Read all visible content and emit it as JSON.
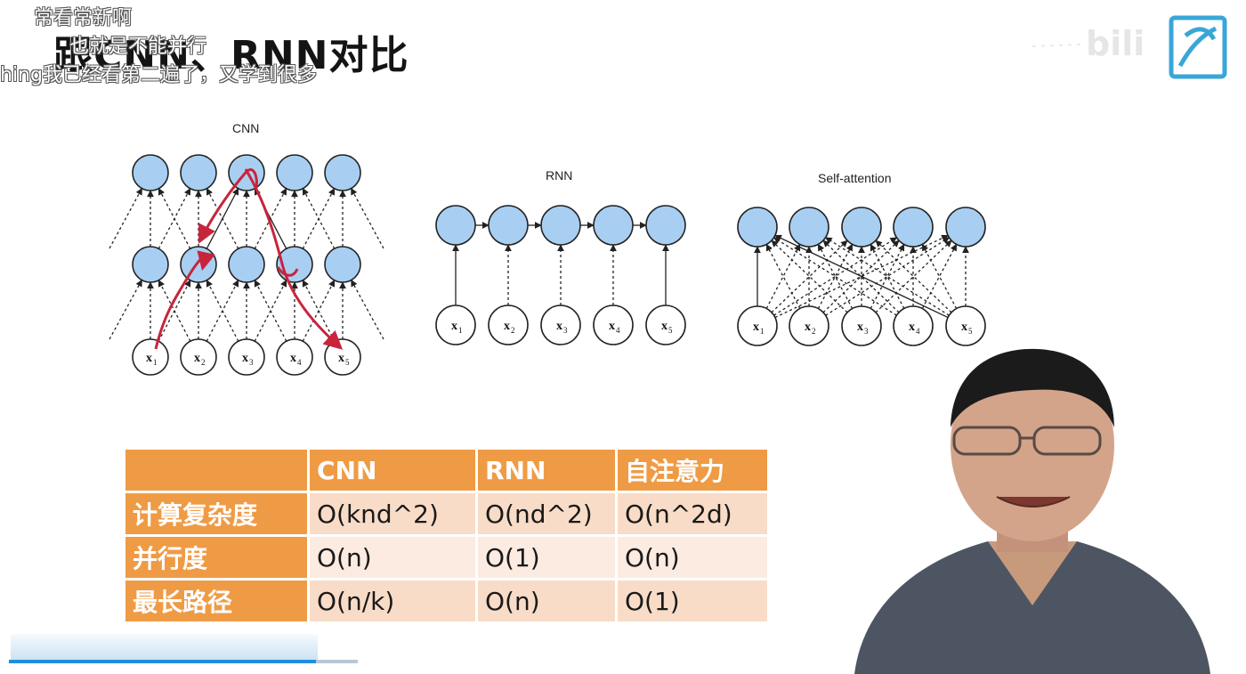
{
  "title": "跟CNN、RNN对比",
  "danmaku": [
    "常看常新啊",
    "也就是不能并行",
    "hing我已经看第二遍了，又学到很多"
  ],
  "diagrams": {
    "cnn_label": "CNN",
    "rnn_label": "RNN",
    "self_attention_label": "Self-attention",
    "input_nodes": [
      "x",
      "x",
      "x",
      "x",
      "x"
    ],
    "input_subscripts": [
      "1",
      "2",
      "3",
      "4",
      "5"
    ]
  },
  "table": {
    "header": [
      "",
      "CNN",
      "RNN",
      "自注意力"
    ],
    "rows": [
      {
        "label": "计算复杂度",
        "cnn": "O(knd^2)",
        "rnn": "O(nd^2)",
        "attn": "O(n^2d)"
      },
      {
        "label": "并行度",
        "cnn": "O(n)",
        "rnn": "O(1)",
        "attn": "O(n)"
      },
      {
        "label": "最长路径",
        "cnn": "O(n/k)",
        "rnn": "O(n)",
        "attn": "O(1)"
      }
    ]
  },
  "player": {
    "progress_percent": 88
  },
  "colors": {
    "node_fill": "#a8cff2",
    "node_stroke": "#222222",
    "table_header": "#ef9b45",
    "annotation": "#c8243b",
    "progress": "#1e8fe0"
  },
  "icons": [
    "bilibili-logo",
    "tv-mascot-icon",
    "expand-arrow-icon"
  ]
}
